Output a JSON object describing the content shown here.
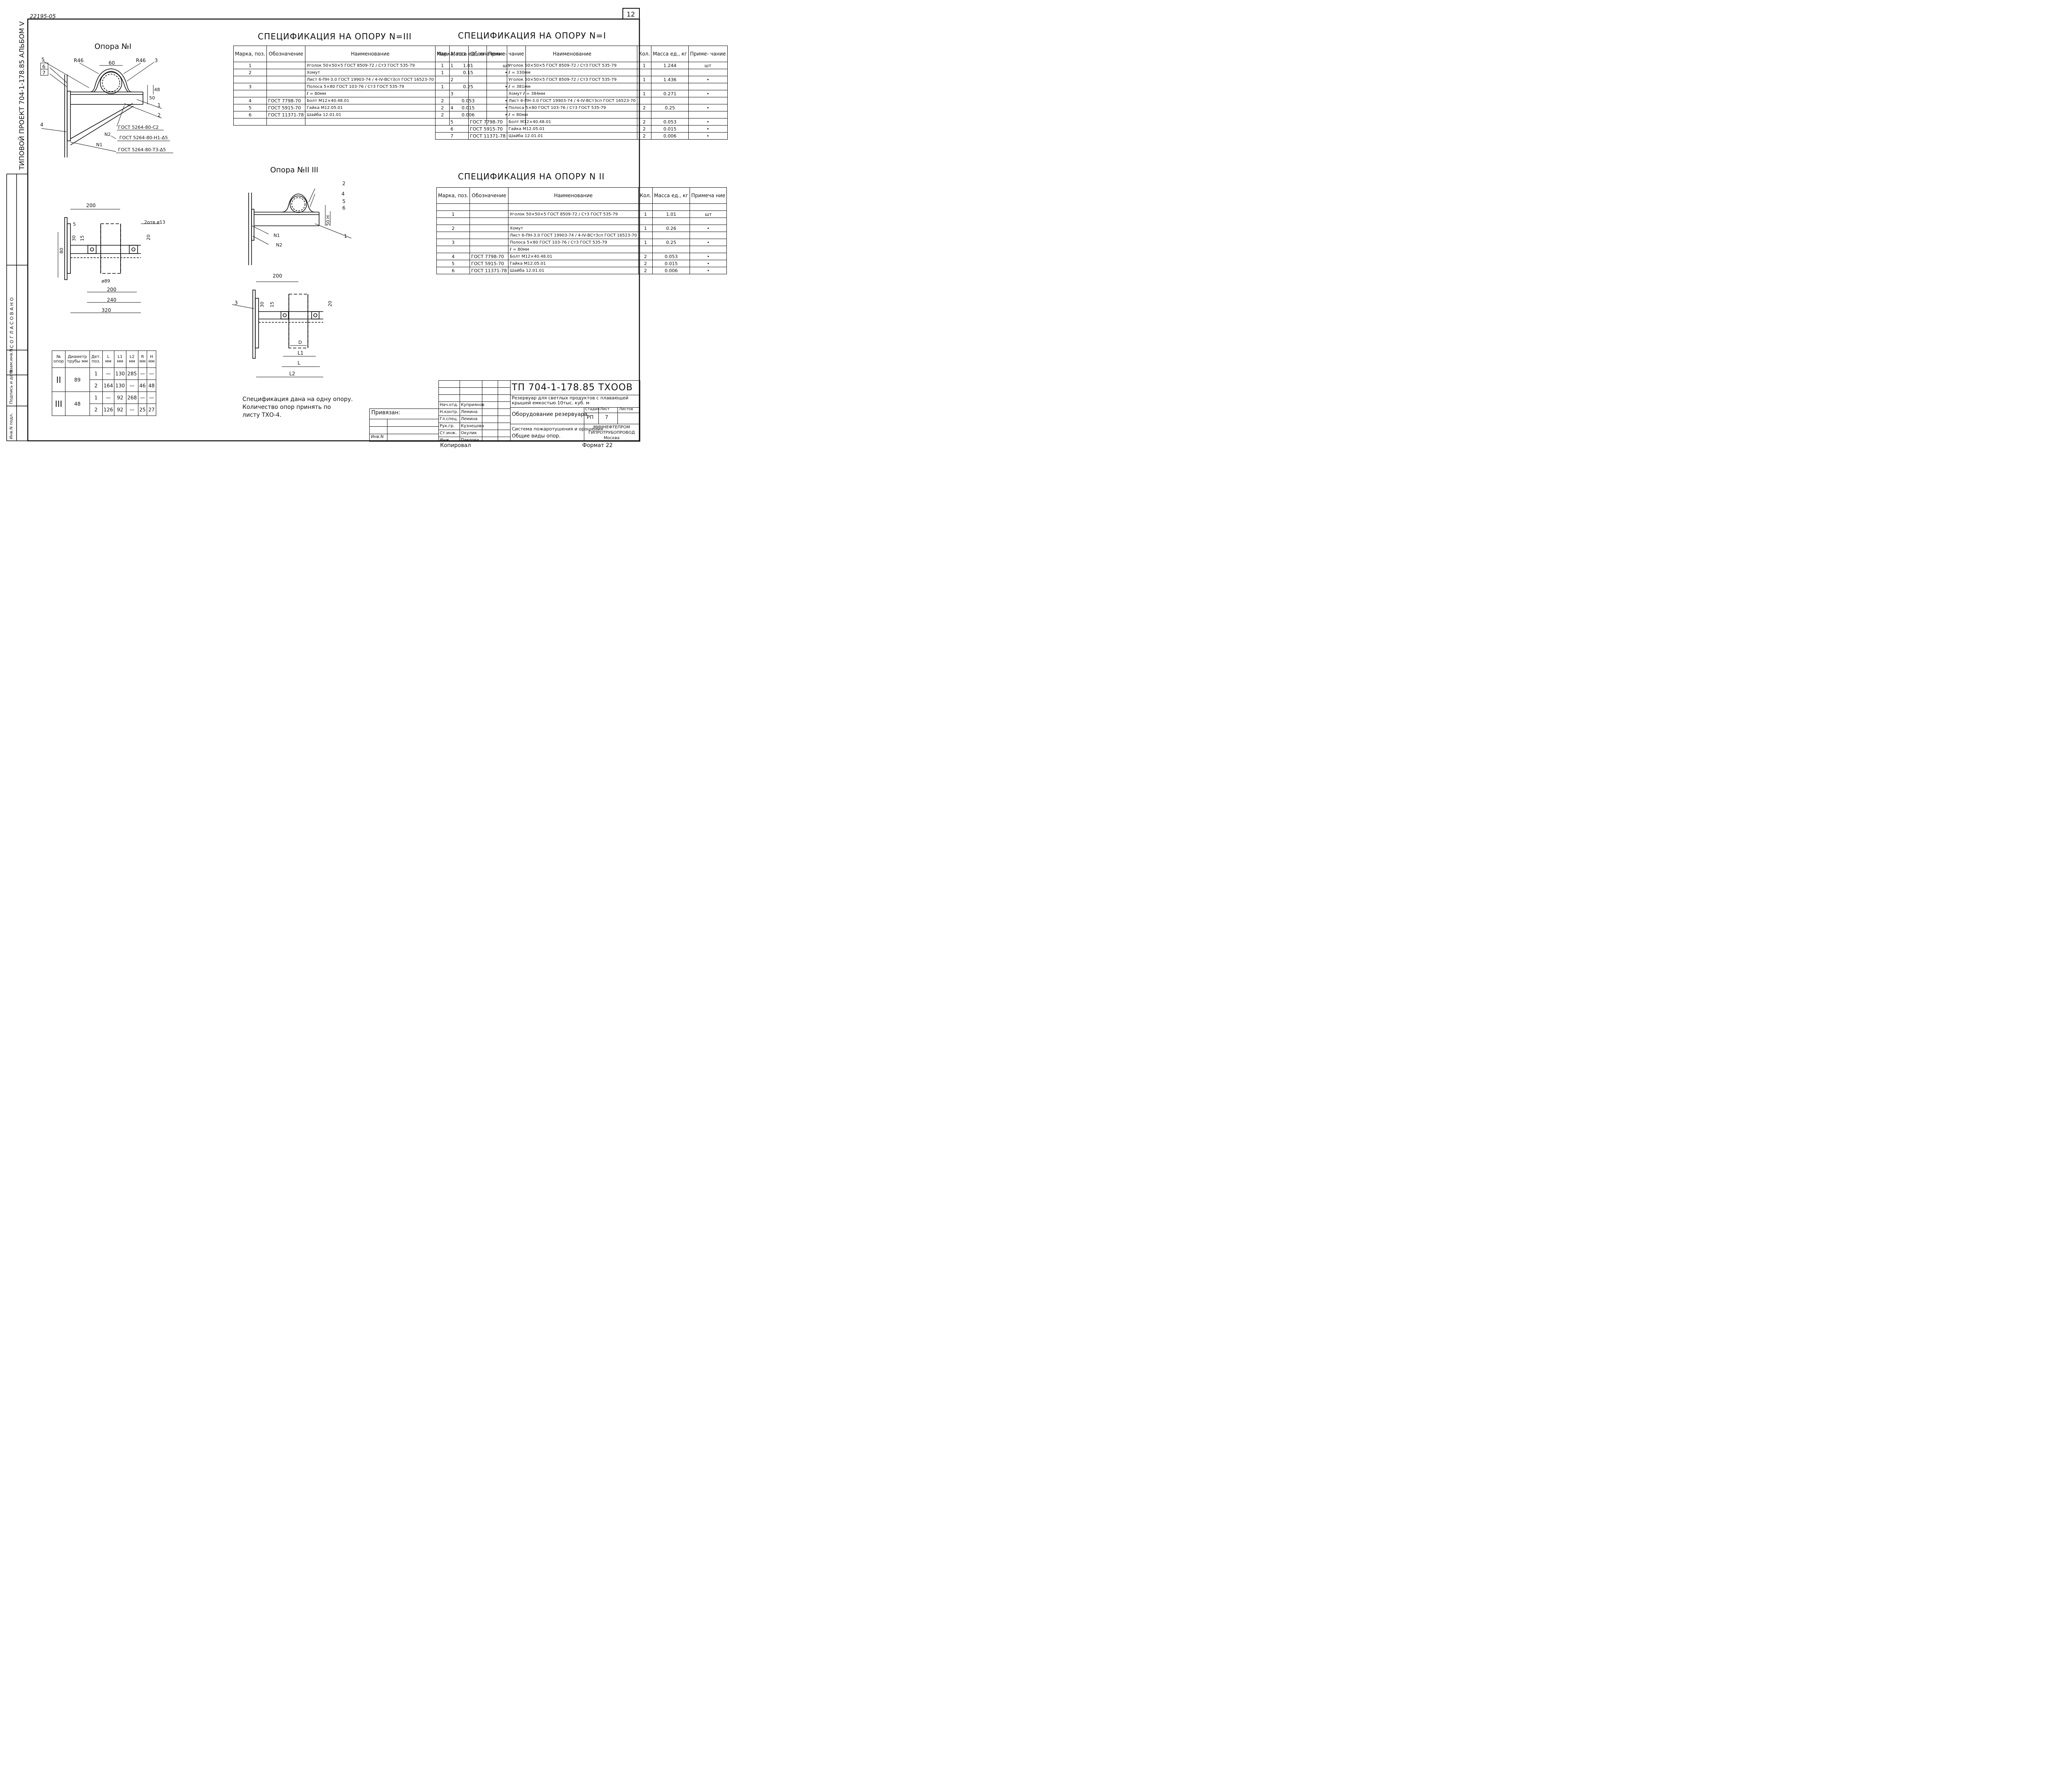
{
  "header": {
    "doc_number": "22195-05",
    "sheet_number": "12",
    "side_title": "ТИПОВОЙ ПРОЕКТ 704-1-178.85 АЛЬБОМ V",
    "side_approved": "С О Г Л А С О В А Н О",
    "side_cols": [
      "Инв.N подл.",
      "Подпись и дата",
      "Взам.инв.N"
    ]
  },
  "drawings": {
    "opora1_title": "Опора №I",
    "opora23_title": "Опора №II III",
    "labels": {
      "r46": "R46",
      "d60": "60",
      "d48": "48",
      "d50": "50",
      "gost_c2": "ГОСТ 5264-80-С2",
      "gost_h1": "ГОСТ 5264-80-Н1-Δ5",
      "gost_t3": "ГОСТ 5264-80-Т3-Δ5",
      "n1": "N1",
      "n2": "N2",
      "d200": "200",
      "d240": "240",
      "d320": "320",
      "d80": "80",
      "d30": "30",
      "d15": "15",
      "d20": "20",
      "d5": "5",
      "holes": "2отв ø13",
      "phi89": "ø89",
      "h": "H",
      "dd": "D",
      "l1": "L1",
      "l": "L",
      "l2": "L2",
      "p1": "1",
      "p2": "2",
      "p3": "3",
      "p4": "4",
      "p5": "5",
      "p6": "6",
      "p7": "7"
    }
  },
  "spec3": {
    "title": "СПЕЦИФИКАЦИЯ НА ОПОРУ N=III",
    "headers": [
      "Марка, поз.",
      "Обозначение",
      "Наименование",
      "Кол.",
      "Масса ед., кг",
      "Приме- чание"
    ],
    "rows": [
      [
        "1",
        "",
        "Уголок 50×50×5 ГОСТ 8509-72 / Ст3 ГОСТ 535-79",
        "1",
        "1.01",
        "шт"
      ],
      [
        "2",
        "",
        "Хомут",
        "1",
        "0.15",
        "•"
      ],
      [
        "",
        "",
        "Лист 6-ПН-3.0 ГОСТ 19903-74 / 4-IV-ВСт3сп ГОСТ 16523-70",
        "",
        "",
        ""
      ],
      [
        "3",
        "",
        "Полоса 5×80 ГОСТ 103-76 / Ст3 ГОСТ 535-79",
        "1",
        "0.25",
        "•"
      ],
      [
        "",
        "",
        "ℓ = 80мм",
        "",
        "",
        ""
      ],
      [
        "4",
        "ГОСТ 7798-70",
        "Болт М12×40.48.01",
        "2",
        "0.053",
        "•"
      ],
      [
        "5",
        "ГОСТ 5915-70",
        "Гайка М12.05.01",
        "2",
        "0.015",
        "•"
      ],
      [
        "6",
        "ГОСТ 11371-78",
        "Шайба 12.01.01",
        "2",
        "0.006",
        "•"
      ],
      [
        "",
        "",
        "",
        "",
        "",
        ""
      ]
    ]
  },
  "spec1": {
    "title": "СПЕЦИФИКАЦИЯ НА ОПОРУ N=I",
    "headers": [
      "Марка, поз.",
      "Обозначение",
      "Наименование",
      "Кол.",
      "Масса ед., кг",
      "Приме- чание"
    ],
    "rows": [
      [
        "1",
        "",
        "Уголок 50×50×5 ГОСТ 8509-72 / Ст3 ГОСТ 535-79",
        "1",
        "1.244",
        "шт"
      ],
      [
        "",
        "",
        "ℓ = 330мм",
        "",
        "",
        ""
      ],
      [
        "2",
        "",
        "Уголок 50×50×5 ГОСТ 8509-72 / Ст3 ГОСТ 535-79",
        "1",
        "1.436",
        "•"
      ],
      [
        "",
        "",
        "ℓ = 381мм",
        "",
        "",
        ""
      ],
      [
        "3",
        "",
        "Хомут ℓ = 384мм",
        "1",
        "0.271",
        "•"
      ],
      [
        "",
        "",
        "Лист 6-ПН-3.0 ГОСТ 19903-74 / 4-IV-ВСт3сп ГОСТ 16523-70",
        "",
        "",
        ""
      ],
      [
        "4",
        "",
        "Полоса 5×80 ГОСТ 103-76 / Ст3 ГОСТ 535-79",
        "2",
        "0.25",
        "•"
      ],
      [
        "",
        "",
        "ℓ = 80мм",
        "",
        "",
        ""
      ],
      [
        "5",
        "ГОСТ 7798-70",
        "Болт М12×40.48.01",
        "2",
        "0.053",
        "•"
      ],
      [
        "6",
        "ГОСТ 5915-70",
        "Гайка М12.05.01",
        "2",
        "0.015",
        "•"
      ],
      [
        "7",
        "ГОСТ 11371-78",
        "Шайба 12.01.01",
        "2",
        "0.006",
        "•"
      ]
    ]
  },
  "spec2": {
    "title": "СПЕЦИФИКАЦИЯ НА ОПОРУ N II",
    "headers": [
      "Марка, поз.",
      "Обозначение",
      "Наименование",
      "Кол.",
      "Масса ед., кг",
      "Примеча ние"
    ],
    "rows": [
      [
        "",
        "",
        "",
        "",
        "",
        ""
      ],
      [
        "1",
        "",
        "Уголок 50×50×5 ГОСТ 8509-72 / Ст3 ГОСТ 535-79",
        "1",
        "1.01",
        "шт"
      ],
      [
        "",
        "",
        "",
        "",
        "",
        ""
      ],
      [
        "2",
        "",
        "Хомут",
        "1",
        "0.26",
        "•"
      ],
      [
        "",
        "",
        "Лист 6-ПН-3.0 ГОСТ 19903-74 / 4-IV-ВСт3сп ГОСТ 16523-70",
        "",
        "",
        ""
      ],
      [
        "3",
        "",
        "Полоса 5×80 ГОСТ 103-76 / Ст3 ГОСТ 535-79",
        "1",
        "0.25",
        "•"
      ],
      [
        "",
        "",
        "ℓ = 80мм",
        "",
        "",
        ""
      ],
      [
        "4",
        "ГОСТ 7798-70",
        "Болт М12×40.48.01",
        "2",
        "0.053",
        "•"
      ],
      [
        "5",
        "ГОСТ 5915-70",
        "Гайка М12.05.01",
        "2",
        "0.015",
        "•"
      ],
      [
        "6",
        "ГОСТ 11371-78",
        "Шайба 12.01.01",
        "2",
        "0.006",
        "•"
      ]
    ]
  },
  "dim_table": {
    "headers": [
      "№ опор",
      "Диаметр трубы мм",
      "Дет. поз.",
      "L мм",
      "L1 мм",
      "L2 мм",
      "R мм",
      "H мм"
    ],
    "groups": [
      {
        "opora": "II",
        "diam": "89",
        "rows": [
          [
            "1",
            "—",
            "130",
            "285",
            "—",
            "—"
          ],
          [
            "2",
            "164",
            "130",
            "—",
            "46",
            "48"
          ]
        ]
      },
      {
        "opora": "III",
        "diam": "48",
        "rows": [
          [
            "1",
            "—",
            "92",
            "268",
            "—",
            "—"
          ],
          [
            "2",
            "126",
            "92",
            "—",
            "25",
            "27"
          ]
        ]
      }
    ]
  },
  "note": {
    "line1": "Спецификация дана на одну опору.",
    "line2": "Количество опор принять по",
    "line3": "листу ТХО-4."
  },
  "title_block": {
    "code": "ТП 704-1-178.85 ТХООВ",
    "project": "Резервуар для светлых продуктов с плавающей крышей емкостью 10тыс. куб. м",
    "equipment": "Оборудование резервуара",
    "sheet_title_1": "Система пожаротушения и орошения",
    "sheet_title_2": "Общие виды опор.",
    "stage_label": "Стадия",
    "sheet_label": "Лист",
    "sheets_label": "Листов",
    "stage": "РП",
    "sheet": "7",
    "sheets": "",
    "org1": "МИННЕФТЕПРОМ",
    "org2": "ГИПРОТРУБОПРОВОД",
    "org3": "Москва",
    "bound": "Привязан:",
    "inv": "Инв.N",
    "copied": "Копировал",
    "format": "Формат 22",
    "staff": [
      {
        "role": "Нач.отд.",
        "name": "Куприянов"
      },
      {
        "role": "Н.контр.",
        "name": "Лемина"
      },
      {
        "role": "Гл.спец.",
        "name": "Лемина"
      },
      {
        "role": "Рук.гр.",
        "name": "Кузнецова"
      },
      {
        "role": "Ст.инж.",
        "name": "Окулик"
      },
      {
        "role": "Инж.",
        "name": "Павлова"
      }
    ]
  }
}
